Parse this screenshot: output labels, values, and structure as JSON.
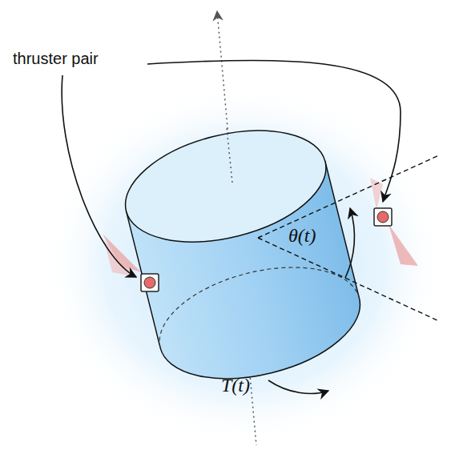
{
  "diagram": {
    "labels": [
      "thruster pair",
      "θ(t)",
      "T(t)"
    ]
  }
}
